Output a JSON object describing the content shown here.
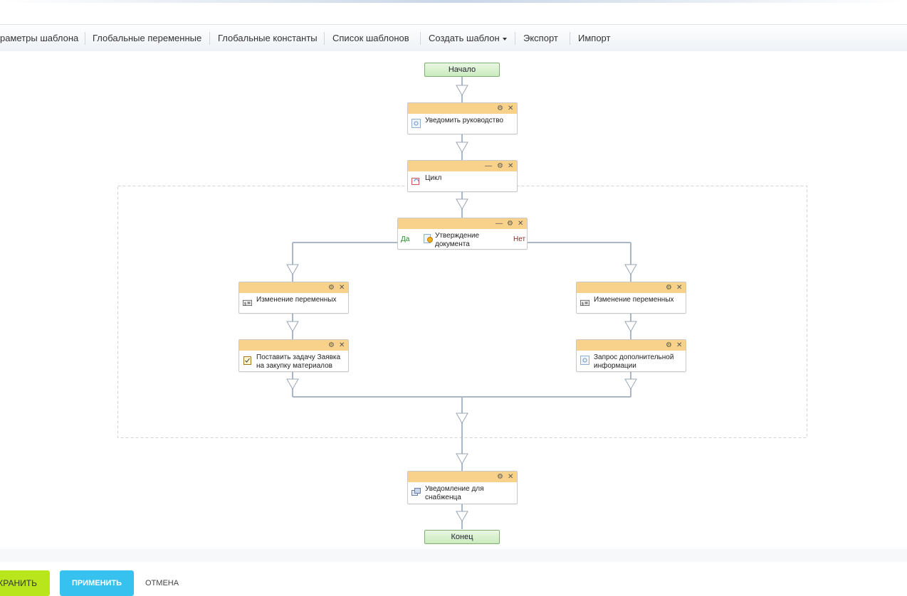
{
  "toolbar": {
    "items": [
      {
        "label": "раметры шаблона"
      },
      {
        "label": "Глобальные переменные"
      },
      {
        "label": "Глобальные константы"
      },
      {
        "label": "Список шаблонов"
      },
      {
        "label": "Создать шаблон"
      },
      {
        "label": "Экспорт"
      },
      {
        "label": "Импорт"
      }
    ]
  },
  "flow": {
    "start": "Начало",
    "end": "Конец",
    "nodes": {
      "notify_mgmt": "Уведомить руководство",
      "loop": "Цикл",
      "approval": "Утверждение документа",
      "change_vars_left": "Изменение переменных",
      "change_vars_right": "Изменение переменных",
      "task": "Поставить задачу Заявка на закупку материалов",
      "request_info": "Запрос дополнительной информации",
      "notify_supplier": "Уведомление для снабженца"
    },
    "branch_yes": "Да",
    "branch_no": "Нет"
  },
  "icons": {
    "gear": "gear-icon",
    "close": "close-icon",
    "minimize": "minimize-icon"
  },
  "colors": {
    "node_header": "#f8d28a",
    "terminal_green": "#c9ebbd",
    "save_green": "#b8e51b",
    "apply_blue": "#36c1ef"
  },
  "footer": {
    "save": "ОХРАНИТЬ",
    "apply": "ПРИМЕНИТЬ",
    "cancel": "ОТМЕНА"
  }
}
